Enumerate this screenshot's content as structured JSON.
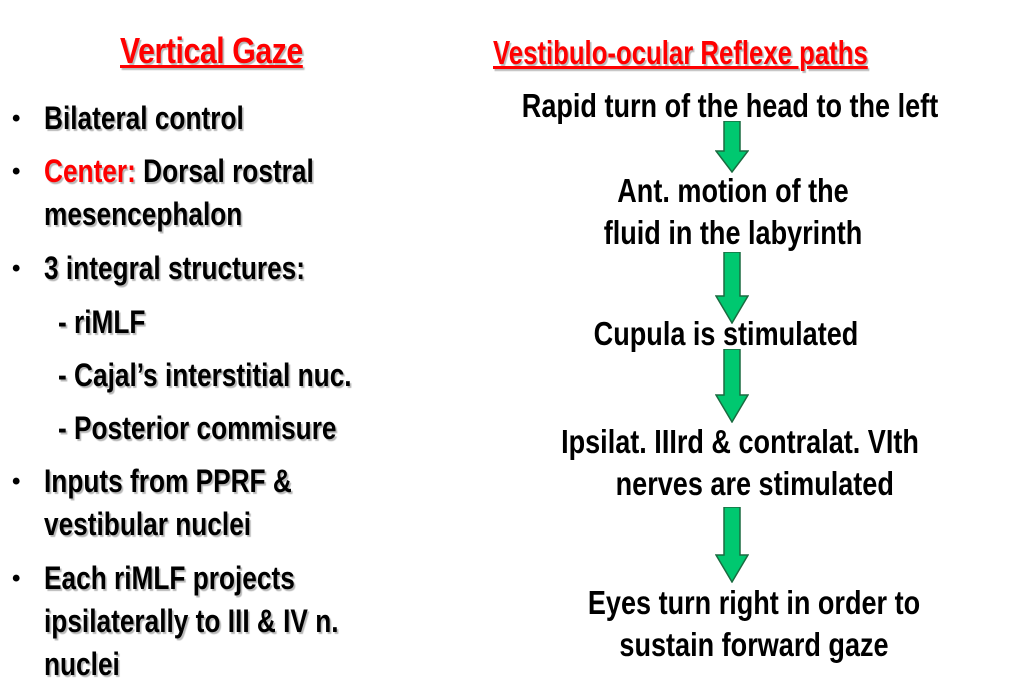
{
  "left": {
    "title": "Vertical Gaze",
    "bullets": [
      {
        "symbol": "•",
        "label": "Bilateral control"
      },
      {
        "symbol": "•",
        "label_red": "Center:",
        "label": "Dorsal rostral",
        "label_cont": "mesencephalon"
      },
      {
        "symbol": "•",
        "label": "3 integral structures:"
      },
      {
        "symbol": "•",
        "label": "Inputs from PPRF &",
        "label_cont": "vestibular nuclei"
      },
      {
        "symbol": "•",
        "label": "Each riMLF projects",
        "label_cont": "ipsilaterally to III & IV n.",
        "label_cont2": "nuclei"
      }
    ],
    "sub_items": [
      "- riMLF",
      "- Cajal’s interstitial nuc.",
      "- Posterior commisure"
    ]
  },
  "right": {
    "title": "Vestibulo-ocular Reflexe paths",
    "steps": [
      {
        "line1": "Rapid turn of the head to the left"
      },
      {
        "line1": "Ant. motion of the",
        "line2": "fluid in the labyrinth"
      },
      {
        "line1": "Cupula is stimulated"
      },
      {
        "line1": "Ipsilat. IIIrd & contralat. VIth",
        "line2": "nerves are stimulated"
      },
      {
        "line1": "Eyes turn right in order to",
        "line2": "sustain forward gaze"
      }
    ],
    "arrow_icon": "down-arrow-icon",
    "arrow_color": "#00c870",
    "arrow_stroke": "#1a6b40"
  },
  "colors": {
    "accent": "#ff0000",
    "text": "#000000",
    "background": "#ffffff"
  }
}
